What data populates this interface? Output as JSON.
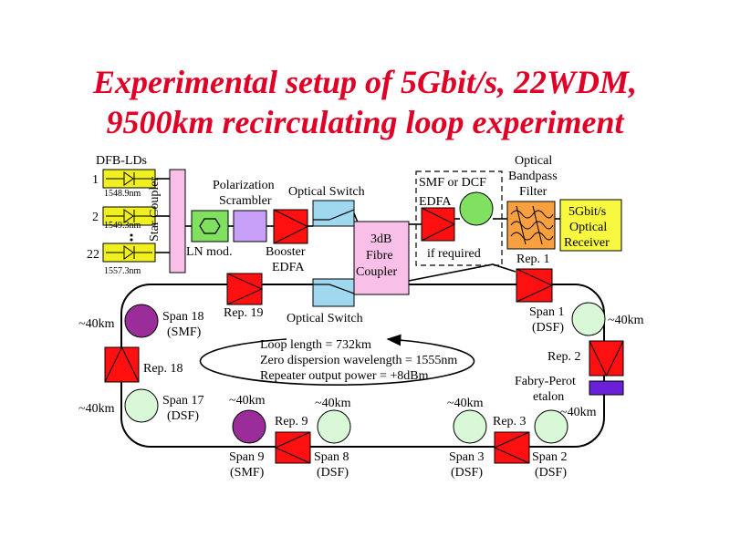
{
  "title": {
    "line1": "Experimental setup of 5Gbit/s, 22WDM,",
    "line2": "9500km recirculating loop experiment"
  },
  "colors": {
    "title": "#e00026",
    "laser": "#f0f020",
    "coupler": "#f8c0e8",
    "lnmod": "#80e060",
    "scrambler": "#c8a0f8",
    "amplifier": "#ff1010",
    "switch": "#a0d8f0",
    "dsf": "#d8f8d8",
    "smf": "#9b2d9b",
    "filter": "#f8a040",
    "receiver": "#f8f840",
    "etalon": "#6a20d8"
  },
  "labels": {
    "dfb": "DFB-LDs",
    "ch1": "1",
    "ch2": "2",
    "ch22": "22",
    "wl1": "1548.9nm",
    "wl2": "1549.3nm",
    "wl22": "1557.3nm",
    "star_coupler": "Star Coupler",
    "polarization": "Polarization",
    "scrambler": "Scrambler",
    "ln_mod": "LN mod.",
    "booster": "Booster",
    "booster_edfa": "EDFA",
    "optical_switch_top": "Optical Switch",
    "optical_switch_bottom": "Optical Switch",
    "coupler_3db": "3dB",
    "coupler_fibre": "Fibre",
    "coupler_coupler": "Coupler",
    "smf_dcf": "SMF or DCF",
    "edfa": "EDFA",
    "if_required": "if required",
    "optical": "Optical",
    "bandpass": "Bandpass",
    "filter": "Filter",
    "rx1": "5Gbit/s",
    "rx2": "Optical",
    "rx3": "Receiver",
    "loop_length": "Loop length = 732km",
    "zero_disp": "Zero dispersion wavelength = 1555nm",
    "rep_power": "Repeater output power = +8dBm",
    "fabry1": "Fabry-Perot",
    "fabry2": "etalon",
    "rep1": "Rep. 1",
    "rep2": "Rep. 2",
    "rep3": "Rep. 3",
    "rep9": "Rep. 9",
    "rep18": "Rep. 18",
    "rep19": "Rep. 19",
    "span1": "Span 1",
    "span1_t": "(DSF)",
    "span2": "Span 2",
    "span2_t": "(DSF)",
    "span3": "Span 3",
    "span3_t": "(DSF)",
    "span8": "Span 8",
    "span8_t": "(DSF)",
    "span9": "Span 9",
    "span9_t": "(SMF)",
    "span17": "Span 17",
    "span17_t": "(DSF)",
    "span18": "Span 18",
    "span18_t": "(SMF)",
    "km_span1": "~40km",
    "km_span2": "~40km",
    "km_span3": "~40km",
    "km_span8": "~40km",
    "km_span9": "~40km",
    "km_span17": "~40km",
    "km_span18": "~40km"
  }
}
